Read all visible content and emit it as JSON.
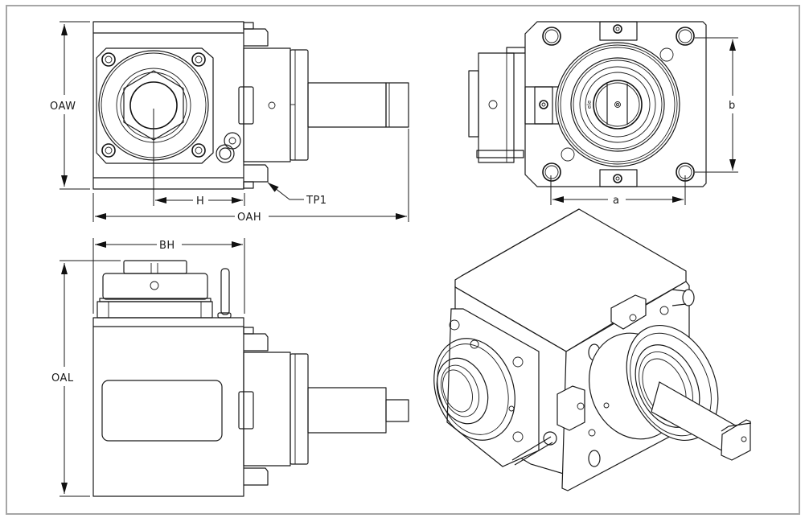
{
  "drawing": {
    "title": "Angle head tool holder dimension drawing",
    "border_color": "#a6a6a6",
    "line_color": "#1a1a1a",
    "views": {
      "front": {
        "name": "front-view",
        "labels": {
          "width": "OAW",
          "spindle_offset": "H",
          "overall_height": "OAH",
          "tapped_port": "TP1"
        }
      },
      "end": {
        "name": "end-view",
        "labels": {
          "bolt_x": "a",
          "bolt_y": "b"
        },
        "engraving": "ele"
      },
      "side": {
        "name": "side-view",
        "labels": {
          "body_height": "BH",
          "overall_length": "OAL"
        }
      },
      "isometric": {
        "name": "isometric-view"
      }
    }
  }
}
